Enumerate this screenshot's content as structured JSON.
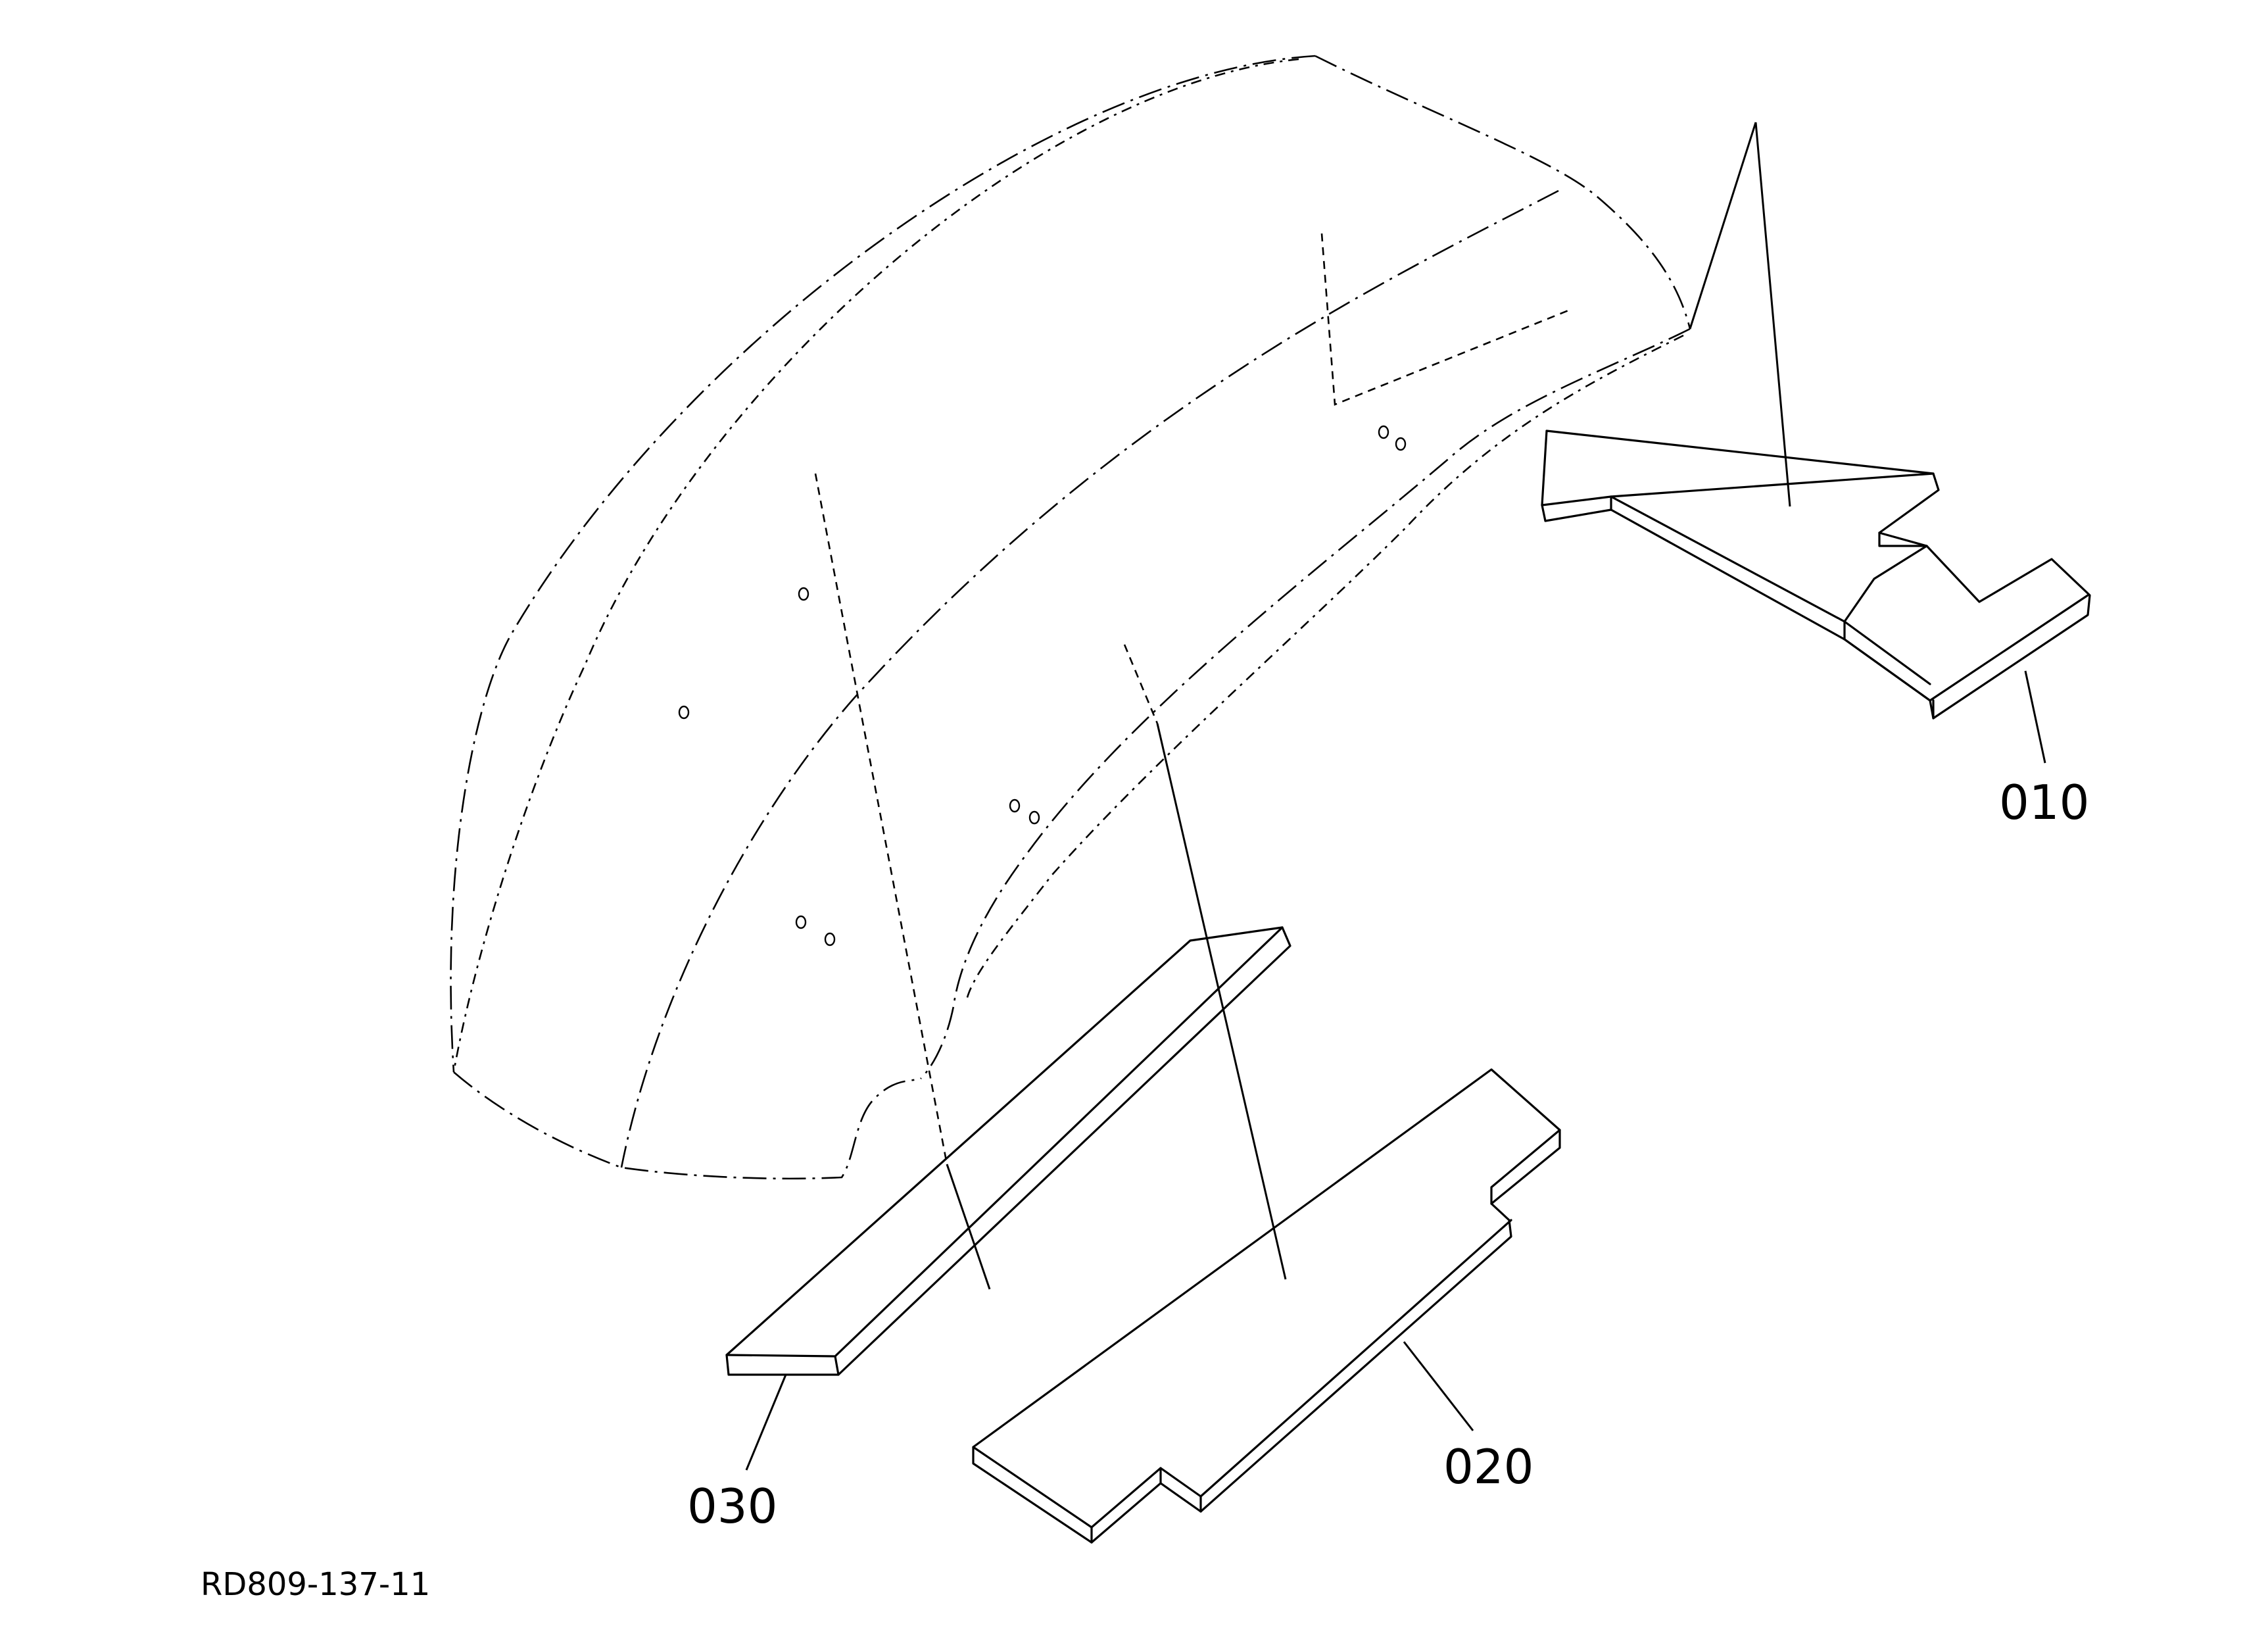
{
  "callouts": {
    "part_010": "010",
    "part_020": "020",
    "part_030": "030"
  },
  "drawing_number": "RD809-137-11"
}
